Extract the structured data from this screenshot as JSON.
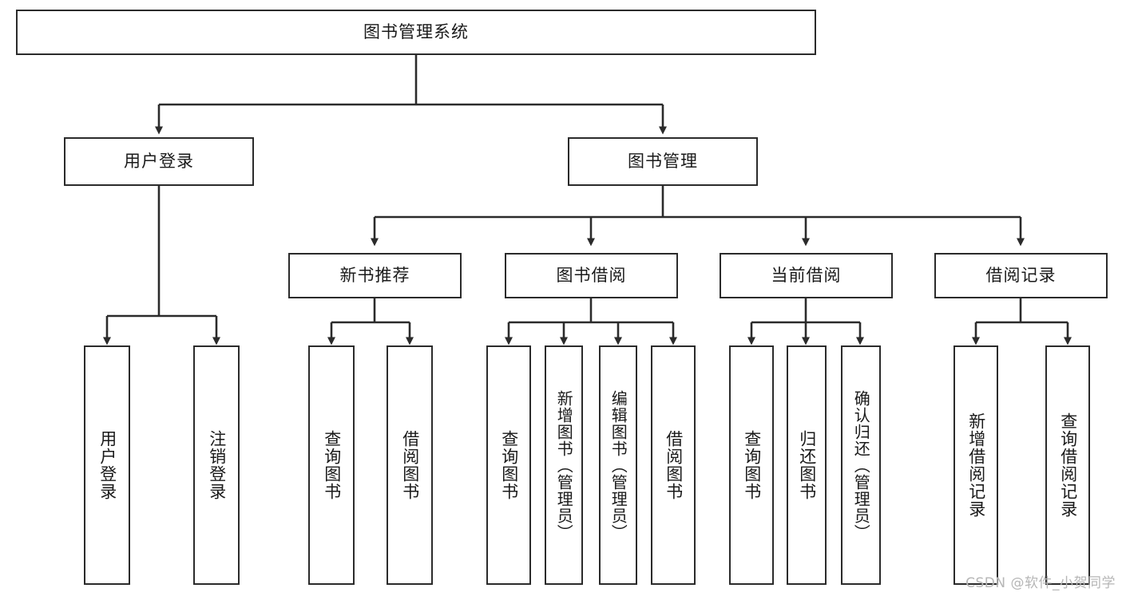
{
  "diagram": {
    "title": "图书管理系统",
    "watermark": "CSDN @软件_小贺同学",
    "stroke_color": "#2b2b2b",
    "fill_color": "#ffffff",
    "text_color": "#1a1a1a",
    "watermark_color": "#b6b6b6",
    "type": "tree",
    "orientation": "top-down",
    "levels": 4,
    "nodes": {
      "root": "图书管理系统",
      "level2": [
        "用户登录",
        "图书管理"
      ],
      "level3": [
        "新书推荐",
        "图书借阅",
        "当前借阅",
        "借阅记录"
      ],
      "leaves_user_login": [
        "用户登录",
        "注销登录"
      ],
      "leaves_new_book": [
        "查询图书",
        "借阅图书"
      ],
      "leaves_borrow": [
        "查询图书",
        "新增图书（管理员）",
        "编辑图书（管理员）",
        "借阅图书"
      ],
      "leaves_current": [
        "查询图书",
        "归还图书",
        "确认归还（管理员）"
      ],
      "leaves_record": [
        "新增借阅记录",
        "查询借阅记录"
      ]
    },
    "edges": [
      {
        "from": "图书管理系统",
        "to": "用户登录"
      },
      {
        "from": "图书管理系统",
        "to": "图书管理"
      },
      {
        "from": "图书管理",
        "to": "新书推荐"
      },
      {
        "from": "图书管理",
        "to": "图书借阅"
      },
      {
        "from": "图书管理",
        "to": "当前借阅"
      },
      {
        "from": "图书管理",
        "to": "借阅记录"
      },
      {
        "from": "用户登录",
        "to": "用户登录"
      },
      {
        "from": "用户登录",
        "to": "注销登录"
      },
      {
        "from": "新书推荐",
        "to": "查询图书"
      },
      {
        "from": "新书推荐",
        "to": "借阅图书"
      },
      {
        "from": "图书借阅",
        "to": "查询图书"
      },
      {
        "from": "图书借阅",
        "to": "新增图书（管理员）"
      },
      {
        "from": "图书借阅",
        "to": "编辑图书（管理员）"
      },
      {
        "from": "图书借阅",
        "to": "借阅图书"
      },
      {
        "from": "当前借阅",
        "to": "查询图书"
      },
      {
        "from": "当前借阅",
        "to": "归还图书"
      },
      {
        "from": "当前借阅",
        "to": "确认归还（管理员）"
      },
      {
        "from": "借阅记录",
        "to": "新增借阅记录"
      },
      {
        "from": "借阅记录",
        "to": "查询借阅记录"
      }
    ]
  }
}
